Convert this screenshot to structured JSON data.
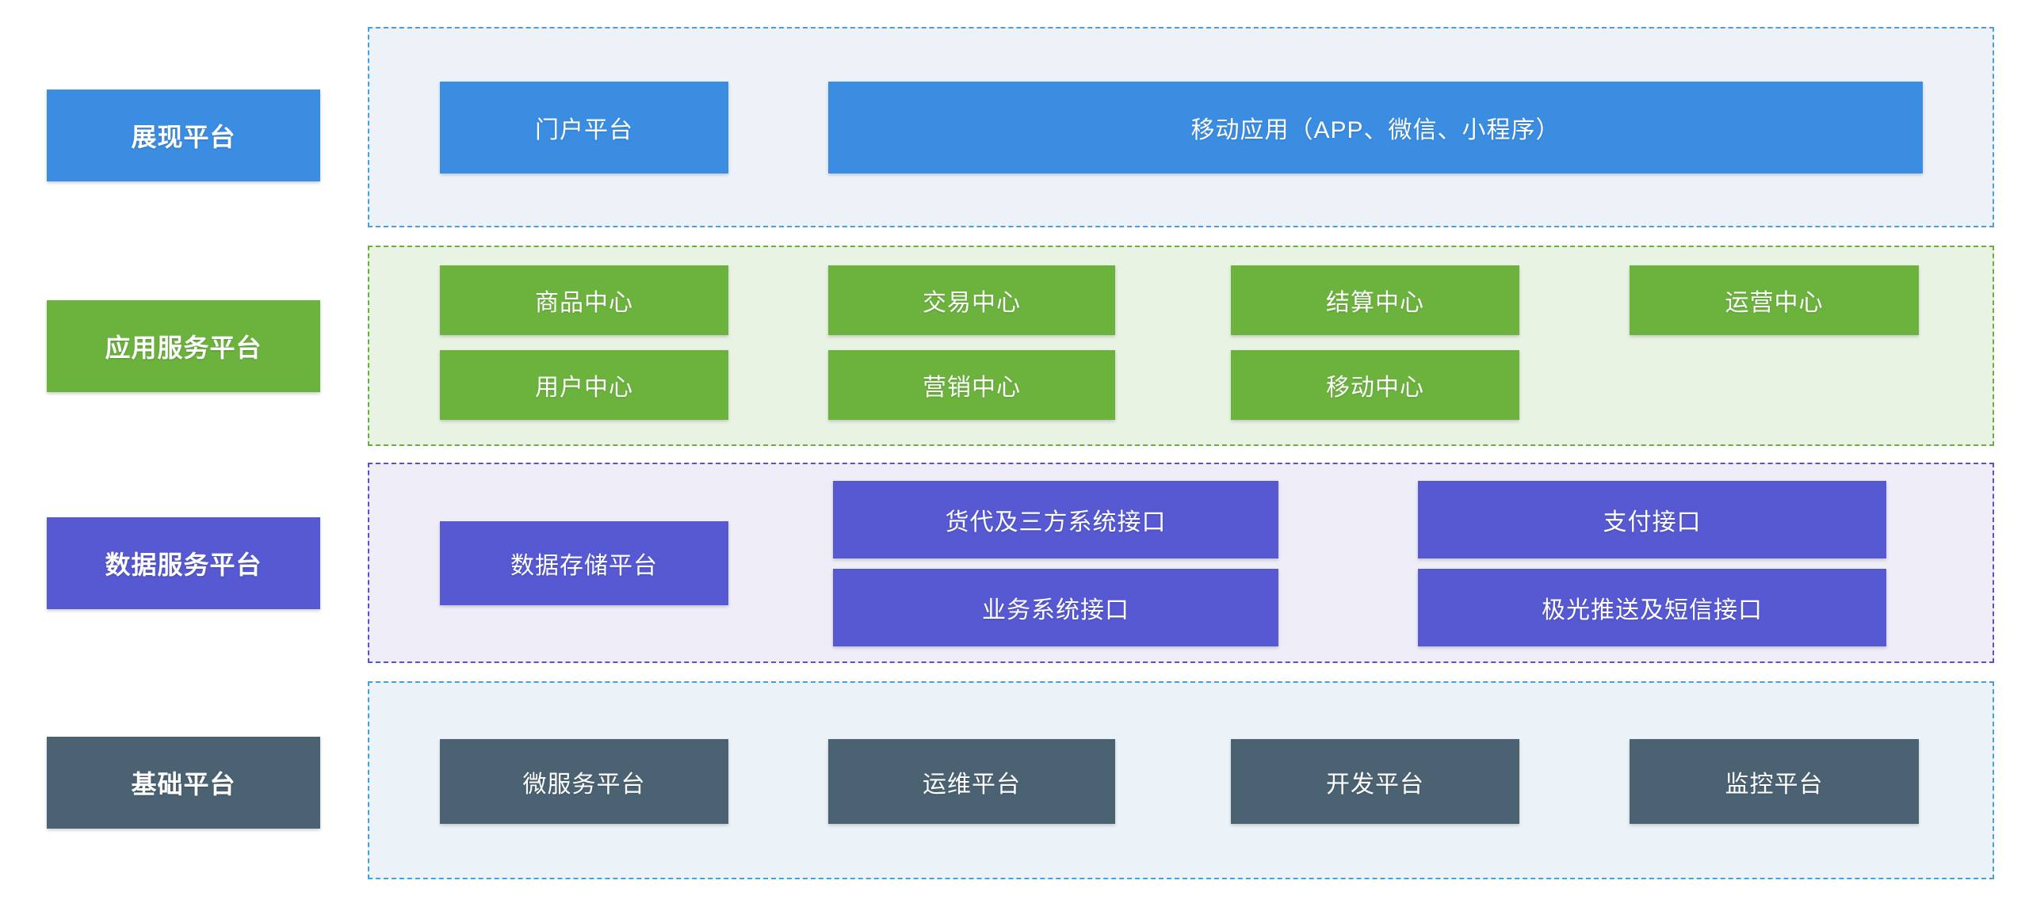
{
  "page": {
    "background": "#ffffff",
    "description_labels": {
      "diagram_type": "platform-architecture-diagram"
    }
  },
  "rows": [
    {
      "id": "presentation",
      "label": "展现平台",
      "colors": {
        "accent": "#3b8de1",
        "container_bg": "#edf2f8",
        "container_border": "#4aa0dc"
      },
      "boxes": [
        {
          "label": "门户平台"
        },
        {
          "label": "移动应用（APP、微信、小程序）"
        }
      ]
    },
    {
      "id": "application-services",
      "label": "应用服务平台",
      "colors": {
        "accent": "#6cb33e",
        "container_bg": "#e9f3e4",
        "container_border": "#69ae41"
      },
      "boxes": [
        {
          "label": "商品中心"
        },
        {
          "label": "交易中心"
        },
        {
          "label": "结算中心"
        },
        {
          "label": "运营中心"
        },
        {
          "label": "用户中心"
        },
        {
          "label": "营销中心"
        },
        {
          "label": "移动中心"
        }
      ]
    },
    {
      "id": "data-services",
      "label": "数据服务平台",
      "colors": {
        "accent": "#5659d2",
        "container_bg": "#eeedf8",
        "container_border": "#5a52ca"
      },
      "boxes": [
        {
          "label": "数据存储平台"
        },
        {
          "label": "货代及三方系统接口"
        },
        {
          "label": "业务系统接口"
        },
        {
          "label": "支付接口"
        },
        {
          "label": "极光推送及短信接口"
        }
      ]
    },
    {
      "id": "infrastructure",
      "label": "基础平台",
      "colors": {
        "accent": "#4a6272",
        "container_bg": "#ecf3f8",
        "container_border": "#48a0d8"
      },
      "boxes": [
        {
          "label": "微服务平台"
        },
        {
          "label": "运维平台"
        },
        {
          "label": "开发平台"
        },
        {
          "label": "监控平台"
        }
      ]
    }
  ]
}
